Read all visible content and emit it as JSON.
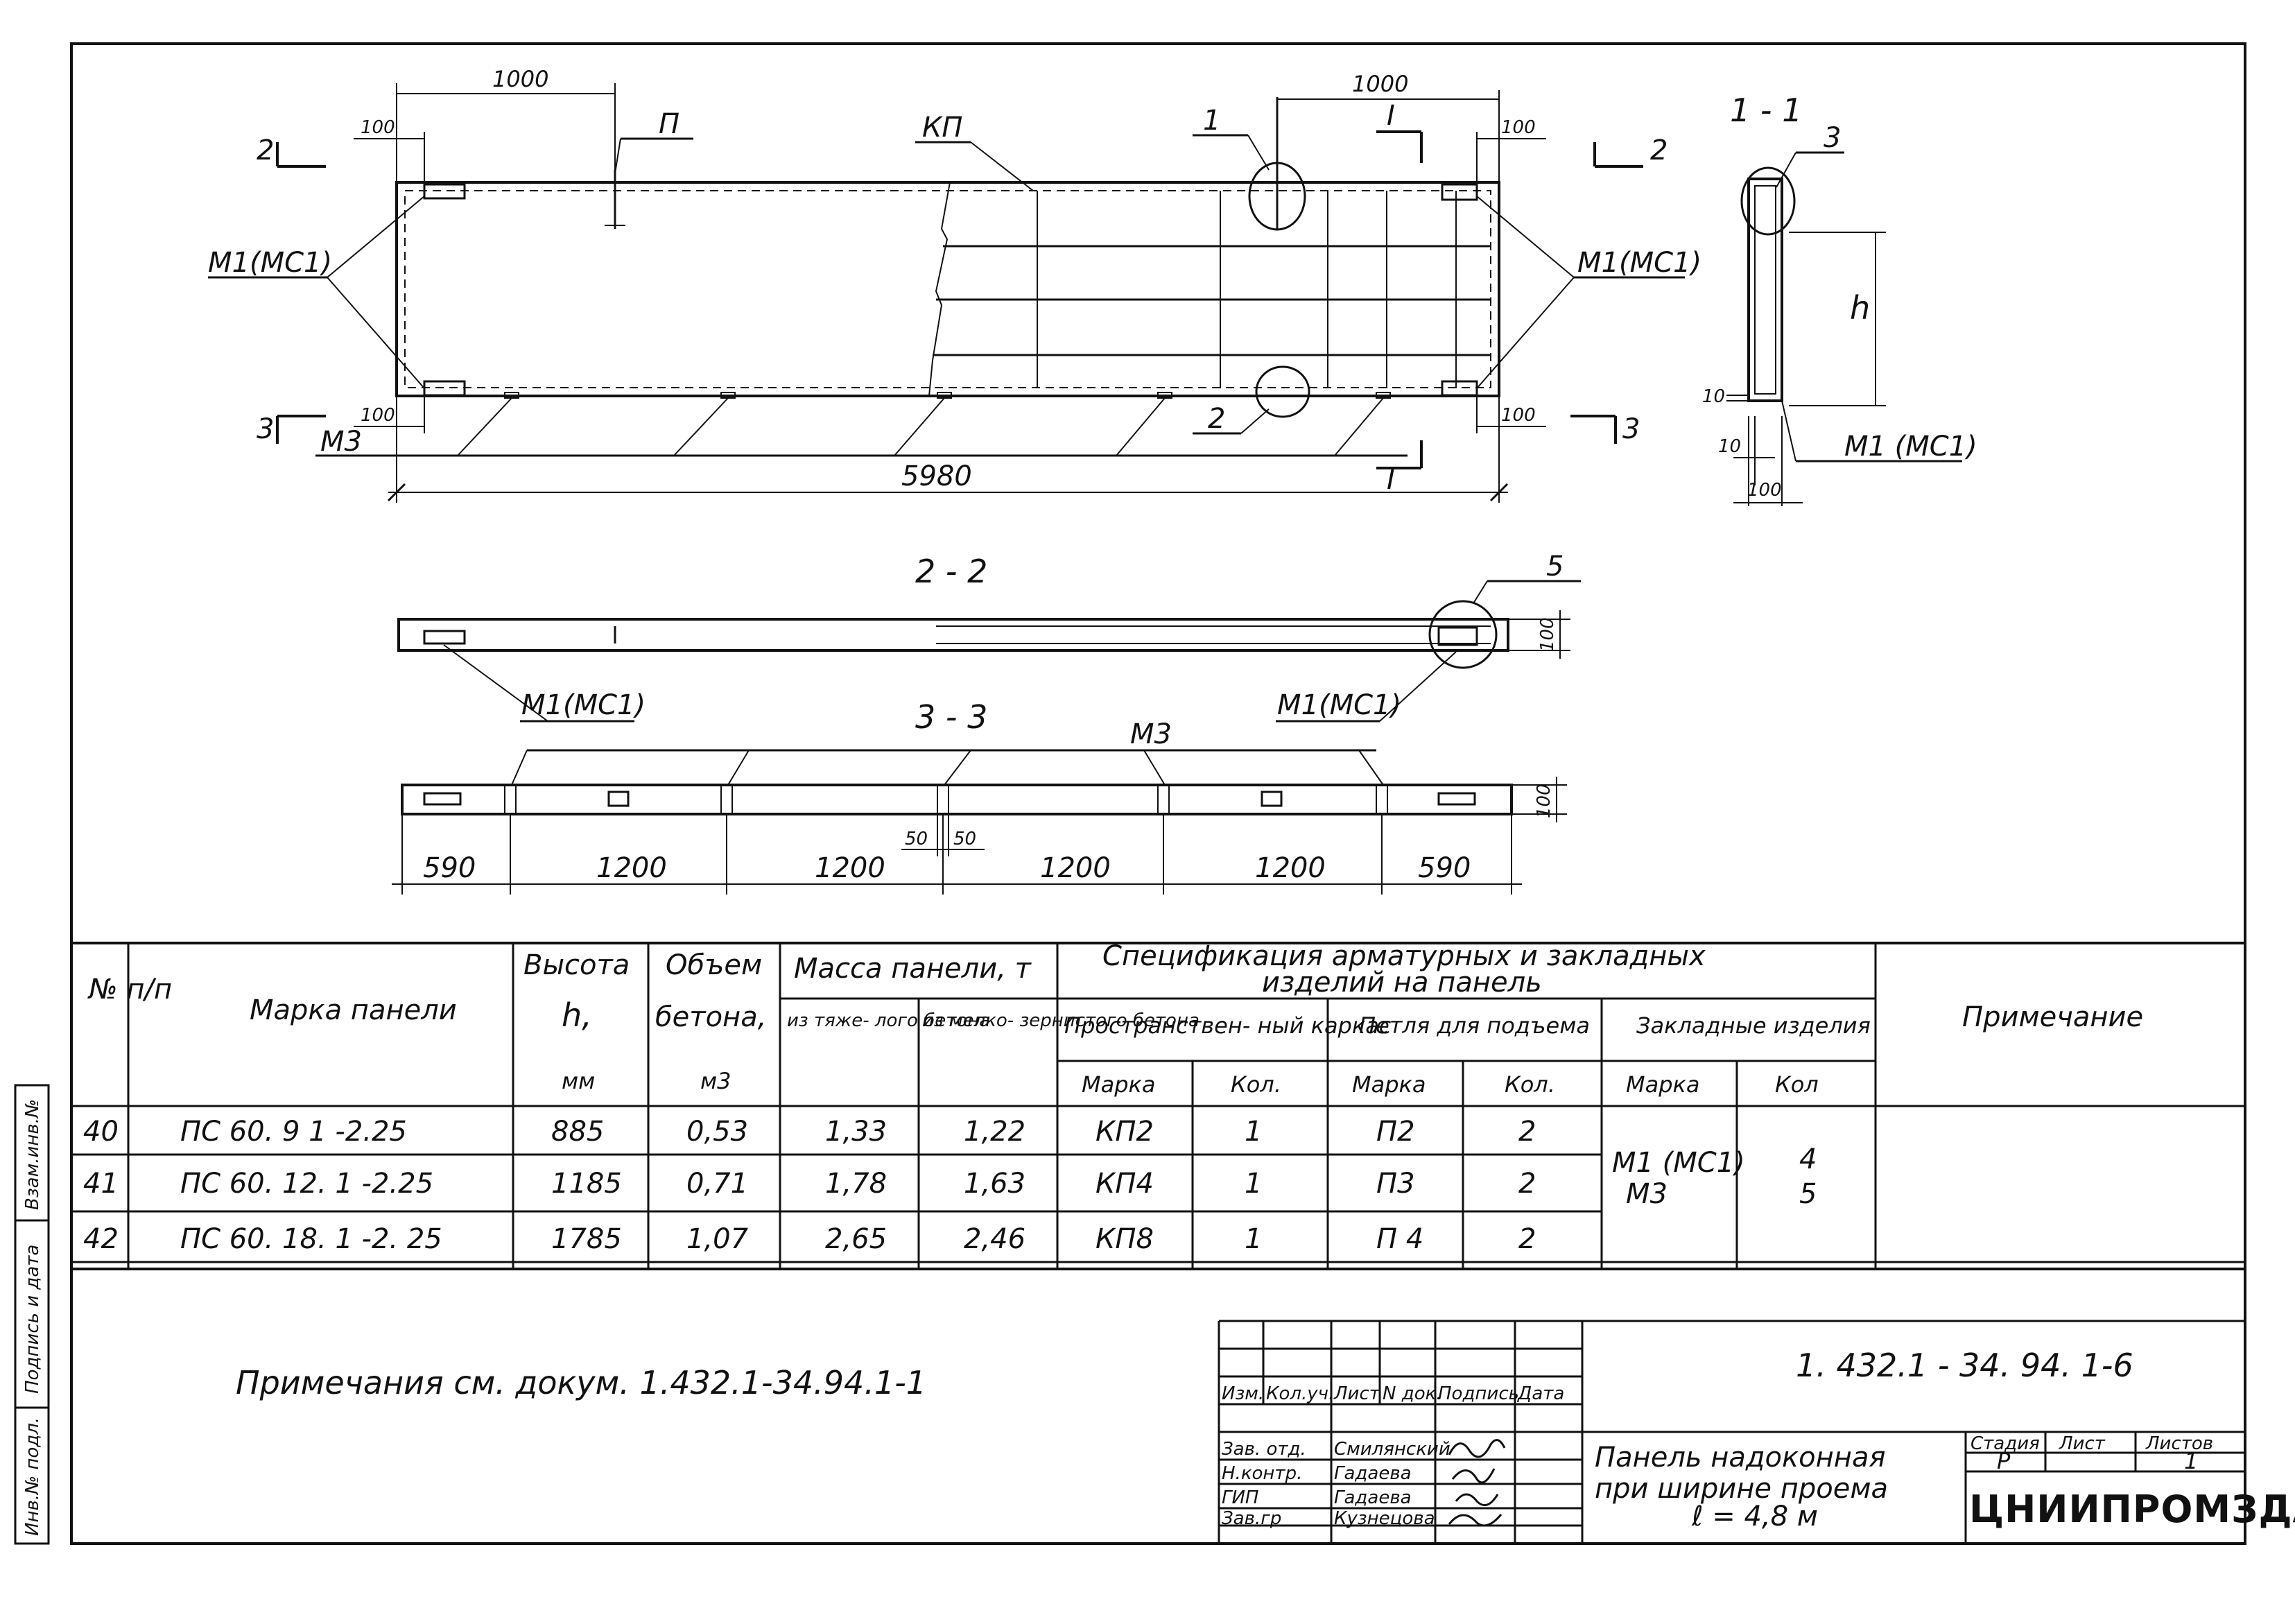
{
  "drawing": {
    "plan": {
      "dim_top_left": "1000",
      "dim_top_right": "1000",
      "dim_100_tl": "100",
      "dim_100_tr": "100",
      "dim_100_bl": "100",
      "dim_100_br": "100",
      "dim_length": "5980",
      "label_p": "П",
      "label_kp": "КП",
      "label_m1_left": "М1(МС1)",
      "label_m1_right": "М1(МС1)",
      "label_m3": "М3",
      "callout_1": "1",
      "callout_2": "2",
      "cut_I_top": "I",
      "cut_I_bottom": "I",
      "sec2_left": "2",
      "sec2_right": "2",
      "sec3_left": "3",
      "sec3_right": "3"
    },
    "section11": {
      "title": "1 - 1",
      "callout_3": "3",
      "dim_h": "h",
      "dim_10a": "10",
      "dim_10b": "10",
      "dim_100": "100",
      "label_m1": "М1 (МС1)"
    },
    "section22": {
      "title": "2 - 2",
      "callout_5": "5",
      "dim_100": "100",
      "label_m1_left": "М1(МС1)",
      "label_m1_right": "М1(МС1)"
    },
    "section33": {
      "title": "3 - 3",
      "label_m3": "М3",
      "dim_100": "100",
      "dims": [
        "590",
        "1200",
        "1200",
        "1200",
        "1200",
        "590"
      ],
      "dim_50a": "50",
      "dim_50b": "50"
    }
  },
  "table": {
    "headers": {
      "num": "№ п/п",
      "mark": "Марка панели",
      "height_top": "Высота",
      "height_sym": "h,",
      "height_unit": "мм",
      "volume_top": "Объем",
      "volume_mid": "бетона,",
      "volume_unit": "м3",
      "mass_group": "Масса панели, т",
      "mass_heavy": "из тяже- лого бетона",
      "mass_fine": "из мелко- зернистого бетона",
      "spec_line1": "Спецификация арматурных и закладных",
      "spec_line2": "изделий на панель",
      "frame_group": "Пространствен- ный каркас",
      "loop_group": "Петля для подъема",
      "embed_group": "Закладные изделия",
      "col_mark": "Марка",
      "col_qty": "Кол.",
      "col_qty2": "Кол",
      "note": "Примечание"
    },
    "rows": [
      {
        "num": "40",
        "mark": "ПС 60. 9 1 -2.25",
        "height": "885",
        "volume": "0,53",
        "mass_heavy": "1,33",
        "mass_fine": "1,22",
        "frame_mark": "КП2",
        "frame_qty": "1",
        "loop_mark": "П2",
        "loop_qty": "2"
      },
      {
        "num": "41",
        "mark": "ПС 60. 12. 1 -2.25",
        "height": "1185",
        "volume": "0,71",
        "mass_heavy": "1,78",
        "mass_fine": "1,63",
        "frame_mark": "КП4",
        "frame_qty": "1",
        "loop_mark": "П3",
        "loop_qty": "2"
      },
      {
        "num": "42",
        "mark": "ПС 60. 18. 1 -2. 25",
        "height": "1785",
        "volume": "1,07",
        "mass_heavy": "2,65",
        "mass_fine": "2,46",
        "frame_mark": "КП8",
        "frame_qty": "1",
        "loop_mark": "П 4",
        "loop_qty": "2"
      }
    ],
    "embed": {
      "mark1": "М1 (МС1)",
      "mark2": "М3",
      "qty1": "4",
      "qty2": "5"
    }
  },
  "note_text": "Примечания см. докум. 1.432.1-34.94.1-1",
  "side_labels": {
    "top": "Взам.инв.№",
    "mid": "Подпись и дата",
    "bottom": "Инв.№ подл."
  },
  "title_block": {
    "doc_code": "1. 432.1 - 34. 94. 1-6",
    "headers": [
      "Изм.",
      "Кол.уч.",
      "Лист",
      "N док.",
      "Подпись",
      "Дата"
    ],
    "people": [
      {
        "role": "Зав. отд.",
        "name": "Смилянский"
      },
      {
        "role": "Н.контр.",
        "name": "Гадаева"
      },
      {
        "role": "ГИП",
        "name": "Гадаева"
      },
      {
        "role": "Зав.гр",
        "name": "Кузнецова"
      }
    ],
    "title_line1": "Панель надоконная",
    "title_line2": "при ширине проема",
    "title_line3": "ℓ = 4,8 м",
    "stage_label": "Стадия",
    "sheet_label": "Лист",
    "sheets_label": "Листов",
    "stage": "Р",
    "sheets": "1",
    "org": "ЦНИИПРОМЗДАНИЙ"
  }
}
